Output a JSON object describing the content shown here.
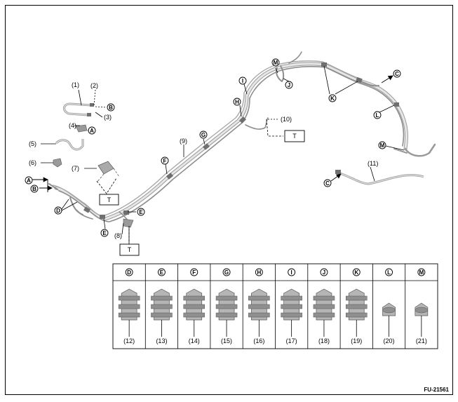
{
  "figure_id": "FU-21561",
  "callouts": {
    "n1": "(1)",
    "n2": "(2)",
    "n3": "(3)",
    "n4": "(4)",
    "n5": "(5)",
    "n6": "(6)",
    "n7": "(7)",
    "n8": "(8)",
    "n9": "(9)",
    "n10": "(10)",
    "n11": "(11)"
  },
  "letters": {
    "A": "A",
    "B": "B",
    "C": "C",
    "D": "D",
    "E": "E",
    "F": "F",
    "G": "G",
    "H": "H",
    "I": "I",
    "J": "J",
    "K": "K",
    "L": "L",
    "M": "M"
  },
  "torque_label": "T",
  "clip_table": {
    "headers": [
      "D",
      "E",
      "F",
      "G",
      "H",
      "I",
      "J",
      "K",
      "L",
      "M"
    ],
    "parts": [
      "(12)",
      "(13)",
      "(14)",
      "(15)",
      "(16)",
      "(17)",
      "(18)",
      "(19)",
      "(20)",
      "(21)"
    ]
  }
}
